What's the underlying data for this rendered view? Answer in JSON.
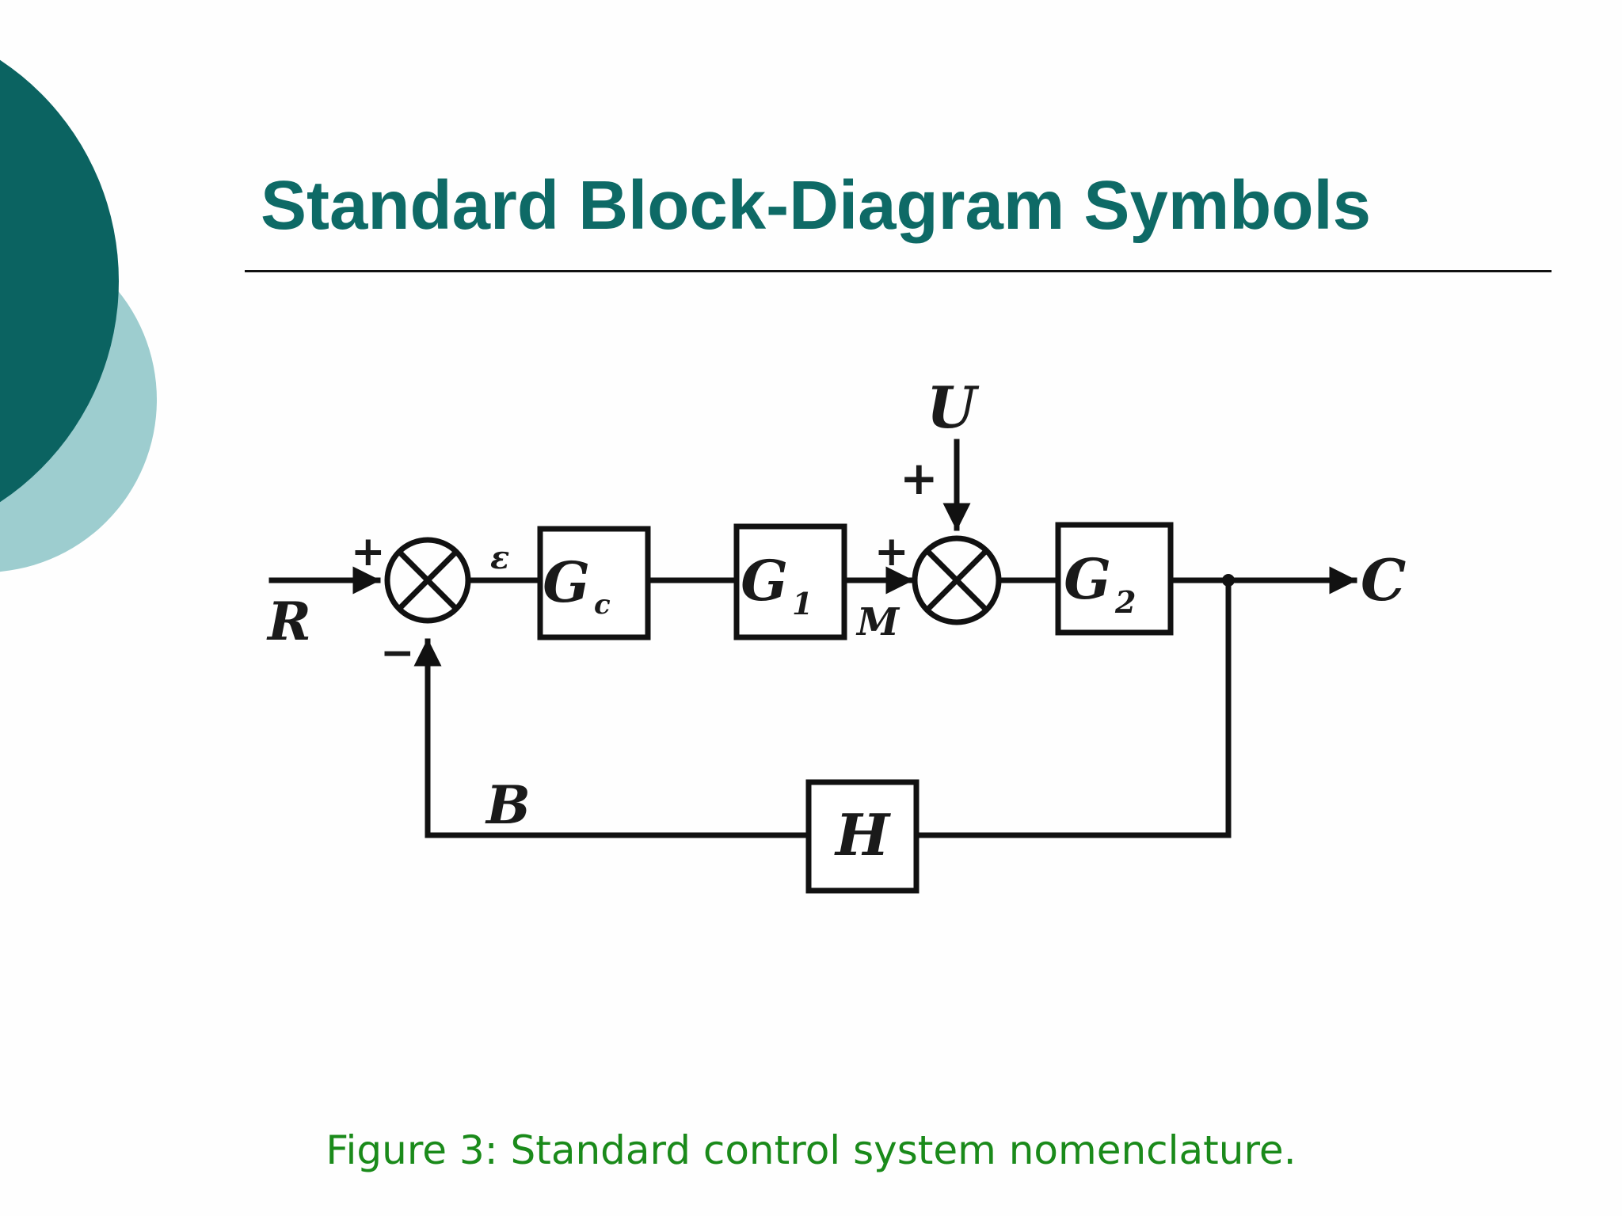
{
  "slide": {
    "title": "Standard Block-Diagram Symbols",
    "caption": "Figure 3: Standard control system nomenclature."
  },
  "colors": {
    "title": "#0e6a66",
    "caption": "#1a8a1a",
    "decor_dark": "#0b6361",
    "decor_light": "#9dcdcf",
    "line": "#111111"
  },
  "diagram": {
    "blocks": {
      "gc": {
        "label": "G",
        "sub": "c"
      },
      "g1": {
        "label": "G",
        "sub": "1"
      },
      "g2": {
        "label": "G",
        "sub": "2"
      },
      "h": {
        "label": "H"
      }
    },
    "signals": {
      "r": "R",
      "e": "ε",
      "m": "M",
      "u": "U",
      "c": "C",
      "b": "B"
    },
    "signs": {
      "sj1_plus": "+",
      "sj1_minus": "−",
      "sj2_left_plus": "+",
      "sj2_top_plus": "+"
    }
  }
}
